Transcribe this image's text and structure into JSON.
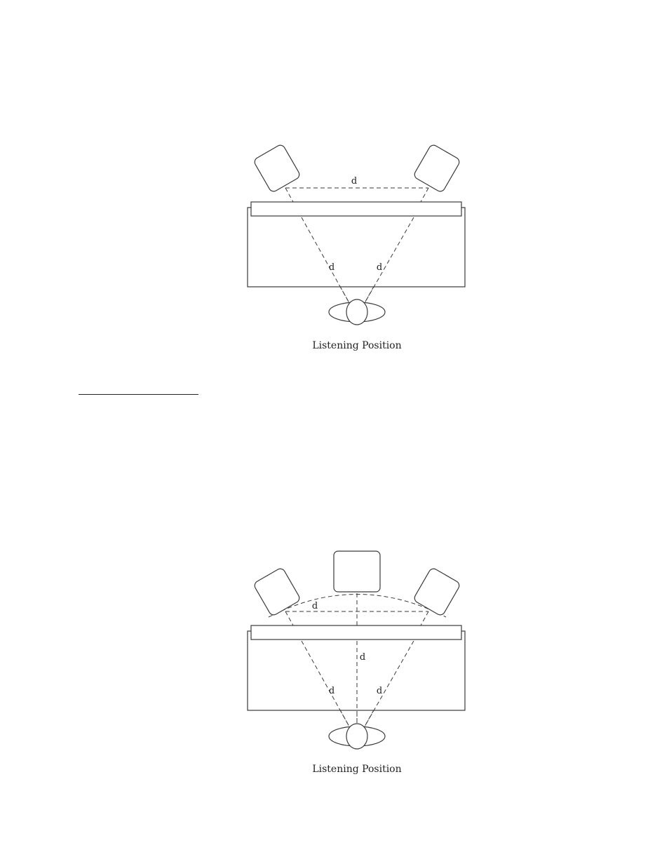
{
  "diagram_1": {
    "distance_label_top": "d",
    "distance_label_left": "d",
    "distance_label_right": "d",
    "caption": "Listening Position"
  },
  "diagram_2": {
    "distance_label_arc": "d",
    "distance_label_center": "d",
    "distance_label_left": "d",
    "distance_label_right": "d",
    "caption": "Listening Position"
  }
}
